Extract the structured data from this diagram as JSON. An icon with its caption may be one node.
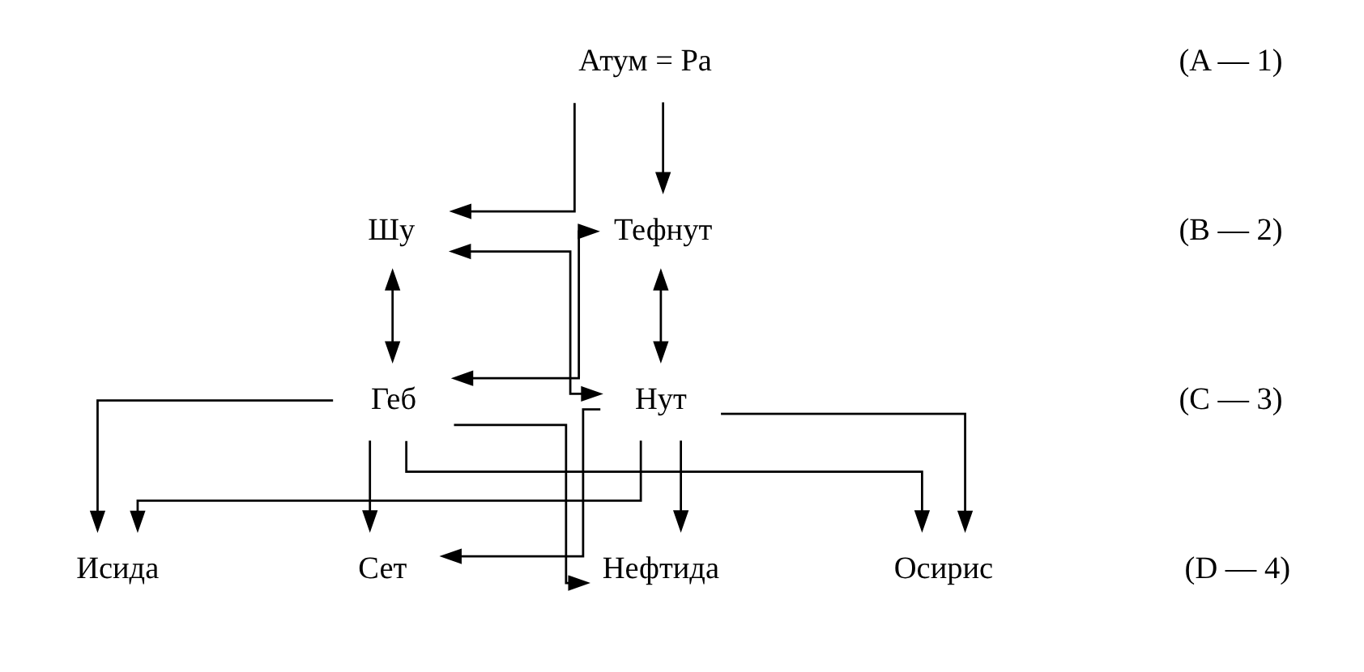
{
  "diagram": {
    "nodes": [
      {
        "text": [
          "Атум = Ра"
        ]
      },
      {
        "text": [
          "Шу"
        ]
      },
      {
        "text": [
          "Тефнут"
        ]
      },
      {
        "text": [
          "Геб"
        ]
      },
      {
        "text": [
          "Нут"
        ]
      },
      {
        "text": [
          "Осирис"
        ]
      },
      {
        "text": [
          "Исида"
        ]
      },
      {
        "text": [
          "Сет"
        ]
      },
      {
        "text": [
          "Нефтида"
        ]
      }
    ],
    "edges": [
      {
        "from": 0,
        "to": 1,
        "arrow": "to"
      },
      {
        "from": 0,
        "to": 2,
        "arrow": "to"
      },
      {
        "from": 1,
        "to": 3,
        "arrow": "both"
      },
      {
        "from": 1,
        "to": 4,
        "arrow": "both"
      },
      {
        "from": 2,
        "to": 3,
        "arrow": "both"
      },
      {
        "from": 2,
        "to": 4,
        "arrow": "both"
      },
      {
        "from": 3,
        "to": 5,
        "arrow": "to"
      },
      {
        "from": 3,
        "to": 6,
        "arrow": "to"
      },
      {
        "from": 3,
        "to": 7,
        "arrow": "to"
      },
      {
        "from": 3,
        "to": 8,
        "arrow": "to"
      },
      {
        "from": 4,
        "to": 5,
        "arrow": "to"
      },
      {
        "from": 4,
        "to": 6,
        "arrow": "to"
      },
      {
        "from": 4,
        "to": 7,
        "arrow": "to"
      },
      {
        "from": 4,
        "to": 8,
        "arrow": "to"
      }
    ],
    "labels": [
      "(A — 1)",
      "(B — 2)",
      "(C — 3)",
      "(D — 4)"
    ]
  }
}
